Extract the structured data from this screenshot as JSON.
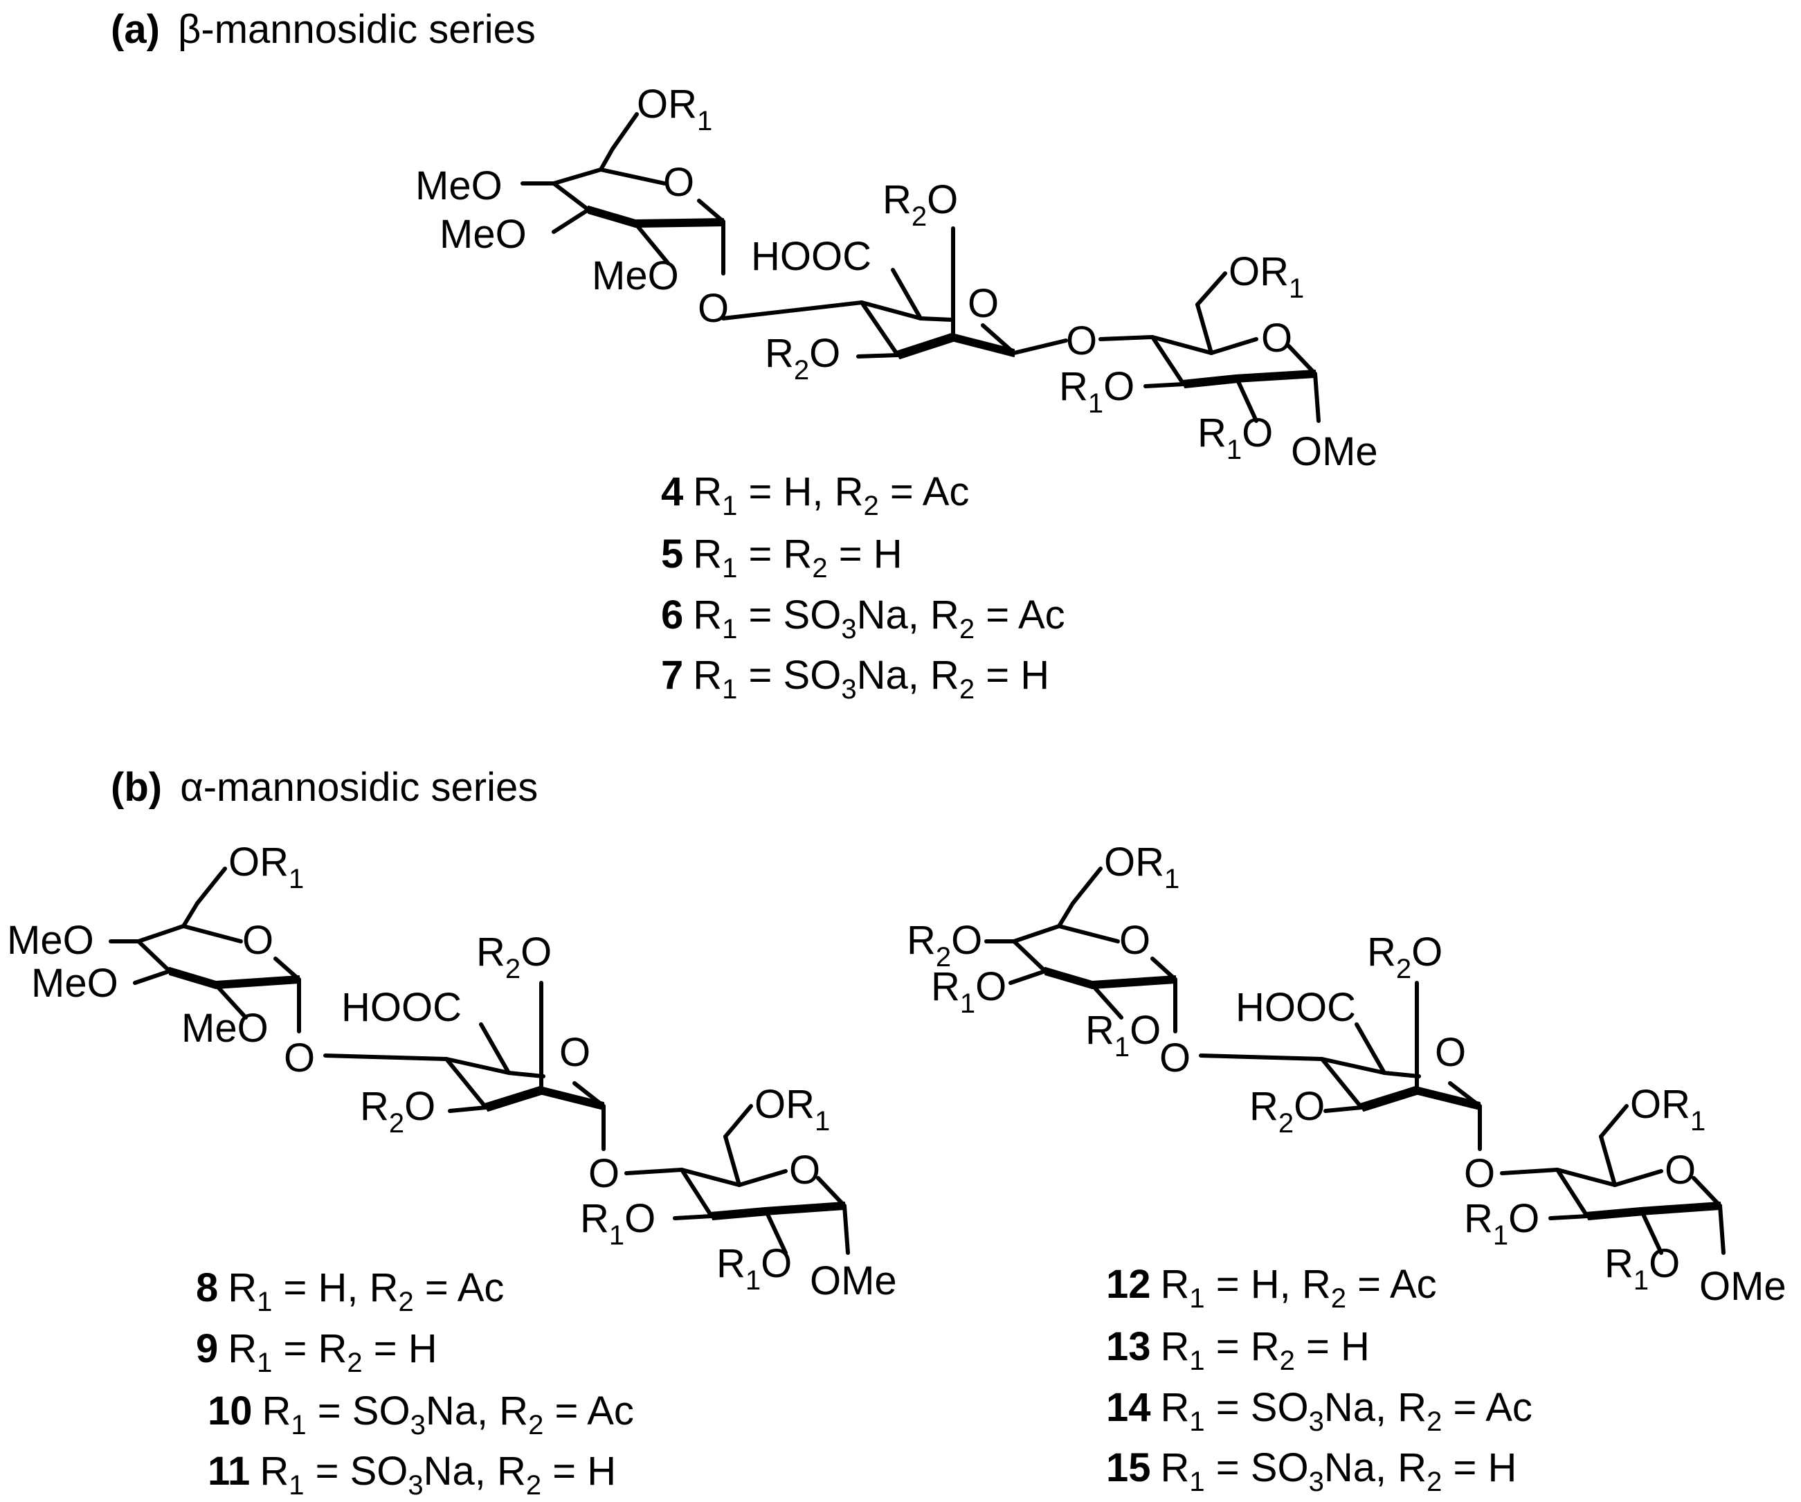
{
  "section_a": {
    "letter": "(a)",
    "greek": "β",
    "title": "-mannosidic series"
  },
  "section_b": {
    "letter": "(b)",
    "greek": "α",
    "title": "-mannosidic series"
  },
  "atom_labels": {
    "or1": "OR",
    "meo": "MeO",
    "o": "O",
    "hooc": "HOOC",
    "r": "R",
    "ome": "OMe",
    "sub1": "1",
    "sub2": "2"
  },
  "compounds": [
    {
      "number": "4",
      "r1": "H",
      "r2": "Ac"
    },
    {
      "number": "5",
      "r1": "",
      "r2": "H"
    },
    {
      "number": "6",
      "r1": "SO3Na",
      "r2": "Ac"
    },
    {
      "number": "7",
      "r1": "SO3Na",
      "r2": "H"
    },
    {
      "number": "8",
      "r1": "H",
      "r2": "Ac"
    },
    {
      "number": "9",
      "r1": "",
      "r2": "H"
    },
    {
      "number": "10",
      "r1": "SO3Na",
      "r2": "Ac"
    },
    {
      "number": "11",
      "r1": "SO3Na",
      "r2": "H"
    },
    {
      "number": "12",
      "r1": "H",
      "r2": "Ac"
    },
    {
      "number": "13",
      "r1": "",
      "r2": "H"
    },
    {
      "number": "14",
      "r1": "SO3Na",
      "r2": "Ac"
    },
    {
      "number": "15",
      "r1": "SO3Na",
      "r2": "H"
    }
  ]
}
